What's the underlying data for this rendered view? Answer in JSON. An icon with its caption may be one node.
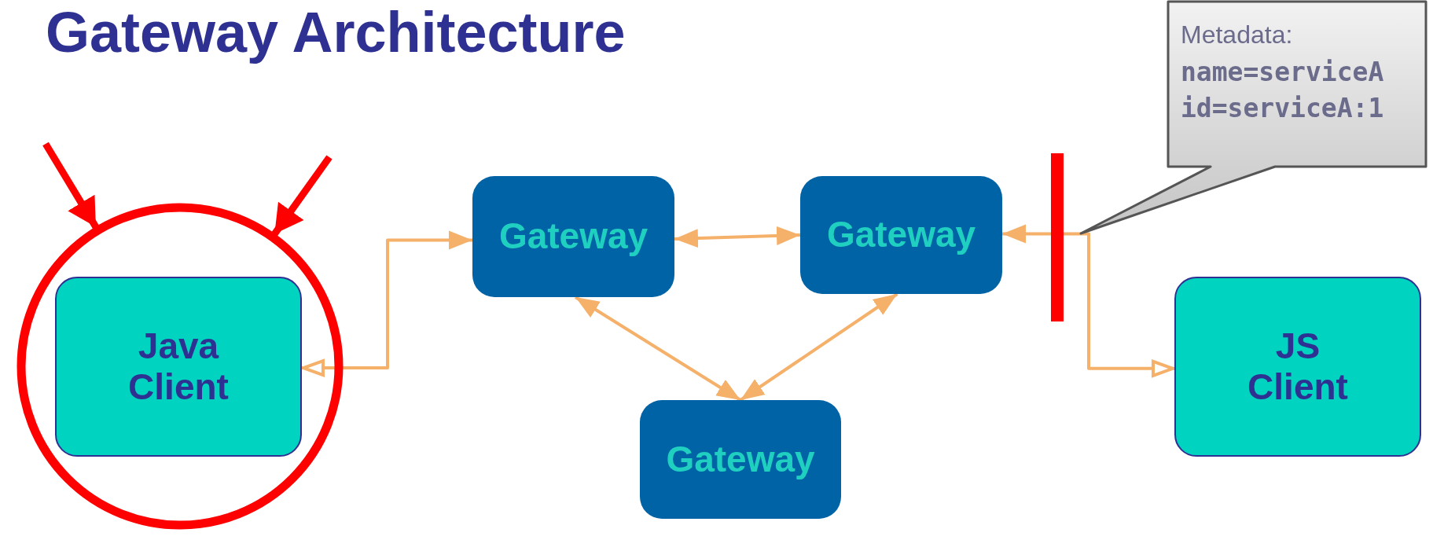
{
  "diagram": {
    "title": "Gateway Architecture",
    "nodes": [
      {
        "text": [],
        "shape": "circle"
      },
      {
        "text": [
          "Java Client"
        ],
        "in": 0
      },
      {
        "text": [
          "Gateway"
        ]
      },
      {
        "text": [
          "Gateway"
        ]
      },
      {
        "text": [],
        "shape": "bar"
      },
      {
        "text": [
          "Metadata:",
          "name=serviceA",
          "id=serviceA:1"
        ]
      },
      {
        "text": [
          "JS Client"
        ]
      },
      {
        "text": [
          "Gateway"
        ]
      }
    ],
    "edges": [
      {
        "from": 1,
        "to": 2,
        "arrow": "both"
      },
      {
        "from": 2,
        "to": 3,
        "arrow": "both"
      },
      {
        "from": 2,
        "to": 7,
        "arrow": "both"
      },
      {
        "from": 3,
        "to": 7,
        "arrow": "both"
      },
      {
        "from": 6,
        "to": 3,
        "arrow": "both"
      },
      {
        "from": null,
        "to": 0,
        "arrow": "to",
        "style": "thick",
        "color": "#ff0000"
      },
      {
        "from": null,
        "to": 0,
        "arrow": "to",
        "style": "thick",
        "color": "#ff0000"
      }
    ]
  }
}
